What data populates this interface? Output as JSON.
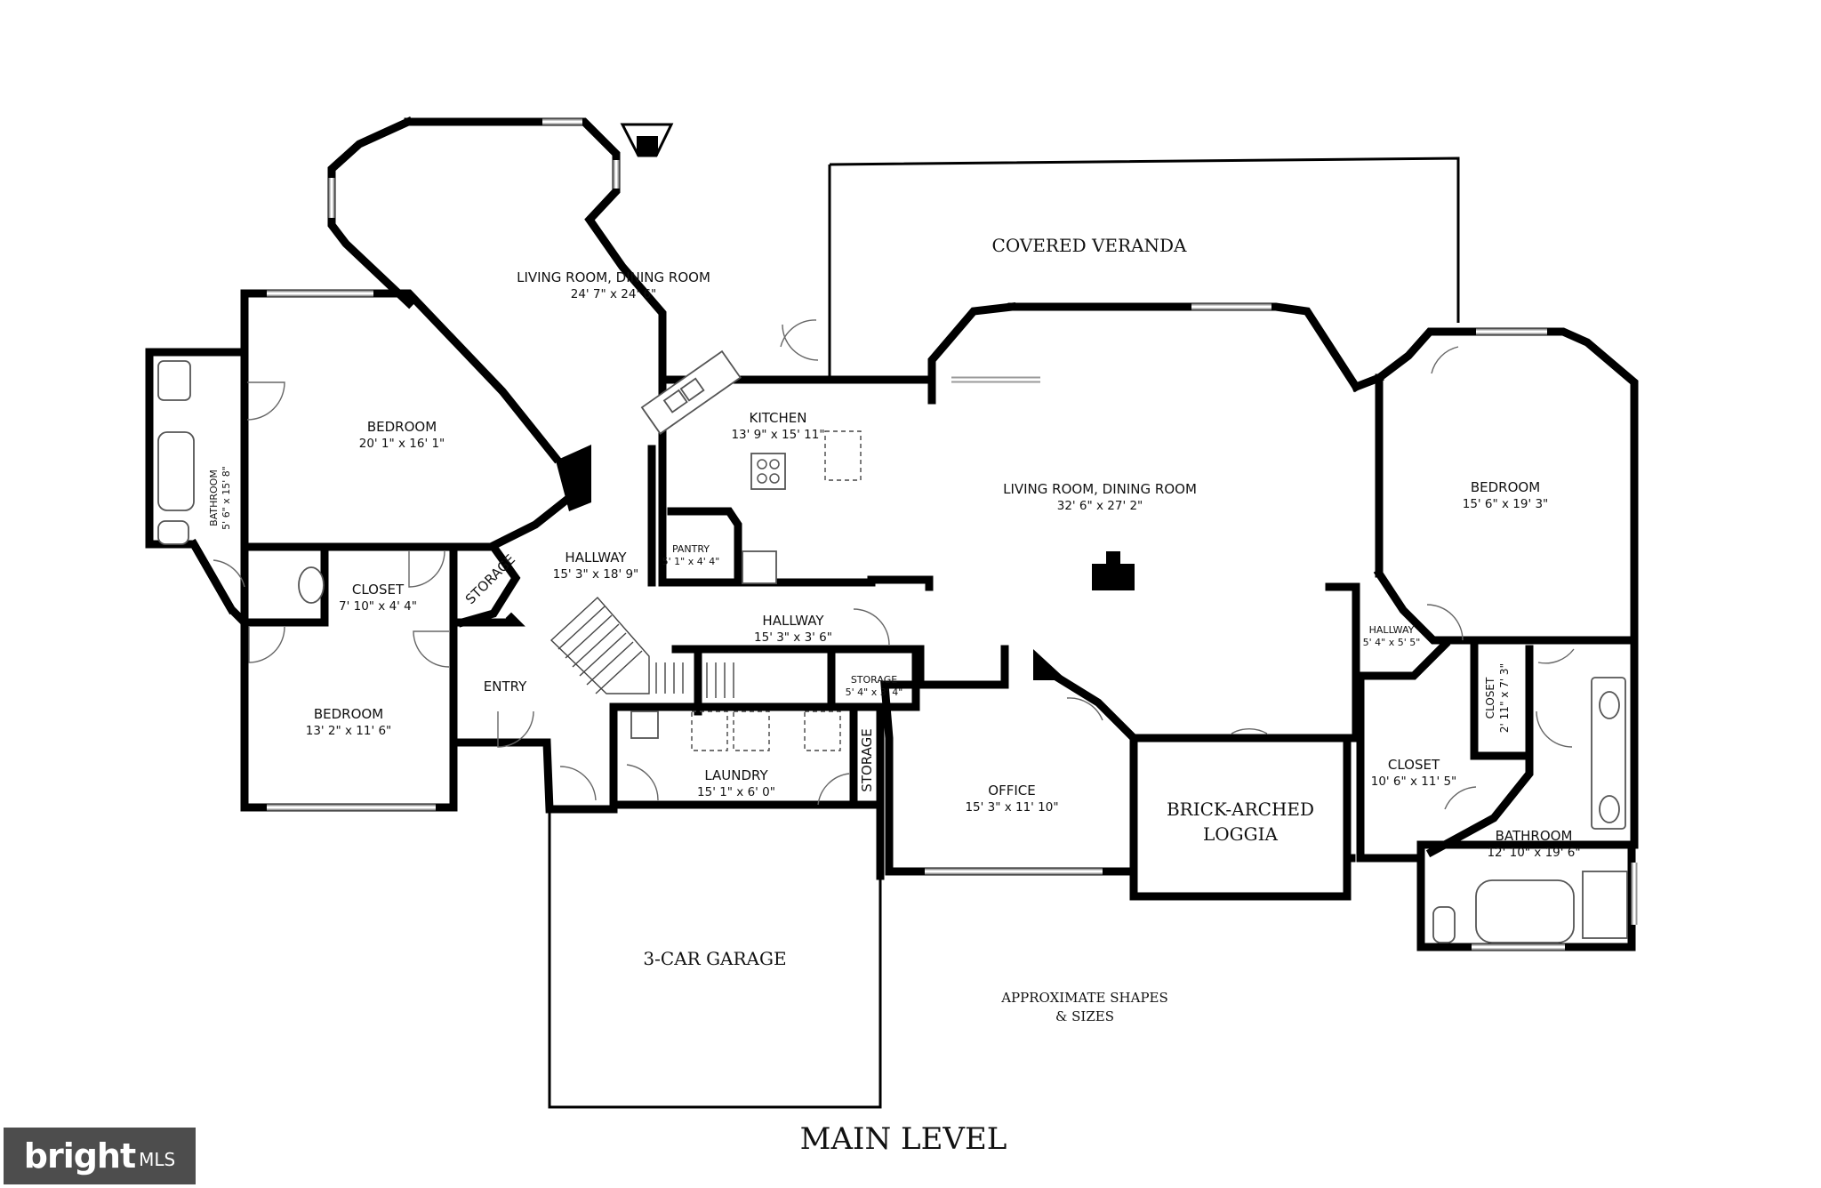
{
  "plan": {
    "title": "MAIN LEVEL",
    "note_line1": "APPROXIMATE SHAPES",
    "note_line2": "& SIZES",
    "rooms": {
      "living_west": {
        "name": "LIVING ROOM, DINING ROOM",
        "dims": "24' 7\" x 24' 6\""
      },
      "veranda": {
        "name": "COVERED VERANDA"
      },
      "living_east": {
        "name": "LIVING ROOM, DINING ROOM",
        "dims": "32' 6\" x 27' 2\""
      },
      "kitchen": {
        "name": "KITCHEN",
        "dims": "13' 9\" x 15' 11\""
      },
      "bedroom_nw": {
        "name": "BEDROOM",
        "dims": "20' 1\" x 16' 1\""
      },
      "bathroom_w": {
        "name": "BATHROOM",
        "dims": "5' 6\" x 15' 8\""
      },
      "closet_w": {
        "name": "CLOSET",
        "dims": "7' 10\" x 4' 4\""
      },
      "storage_diag": {
        "name": "STORAGE"
      },
      "hallway_main": {
        "name": "HALLWAY",
        "dims": "15' 3\" x 18' 9\""
      },
      "pantry": {
        "name": "PANTRY",
        "dims": "5' 1\" x 4' 4\""
      },
      "hallway_mid": {
        "name": "HALLWAY",
        "dims": "15' 3\" x 3' 6\""
      },
      "storage_mid": {
        "name": "STORAGE",
        "dims": "5' 4\" x 3' 4\""
      },
      "bedroom_sw": {
        "name": "BEDROOM",
        "dims": "13' 2\" x 11' 6\""
      },
      "entry": {
        "name": "ENTRY"
      },
      "laundry": {
        "name": "LAUNDRY",
        "dims": "15' 1\" x 6' 0\""
      },
      "storage_vert": {
        "name": "STORAGE"
      },
      "garage": {
        "name": "3-CAR GARAGE"
      },
      "office": {
        "name": "OFFICE",
        "dims": "15' 3\" x 11' 10\""
      },
      "loggia": {
        "name": "BRICK-ARCHED",
        "name2": "LOGGIA"
      },
      "bedroom_e": {
        "name": "BEDROOM",
        "dims": "15' 6\" x 19' 3\""
      },
      "hallway_e": {
        "name": "HALLWAY",
        "dims": "5' 4\" x 5' 5\""
      },
      "closet_e_small": {
        "name": "CLOSET",
        "dims": "2' 11\" x 7' 3\""
      },
      "closet_e": {
        "name": "CLOSET",
        "dims": "10' 6\" x 11' 5\""
      },
      "bathroom_e": {
        "name": "BATHROOM",
        "dims": "12' 10\" x 19' 6\""
      }
    }
  },
  "brand": {
    "name": "bright",
    "suffix": "MLS"
  }
}
